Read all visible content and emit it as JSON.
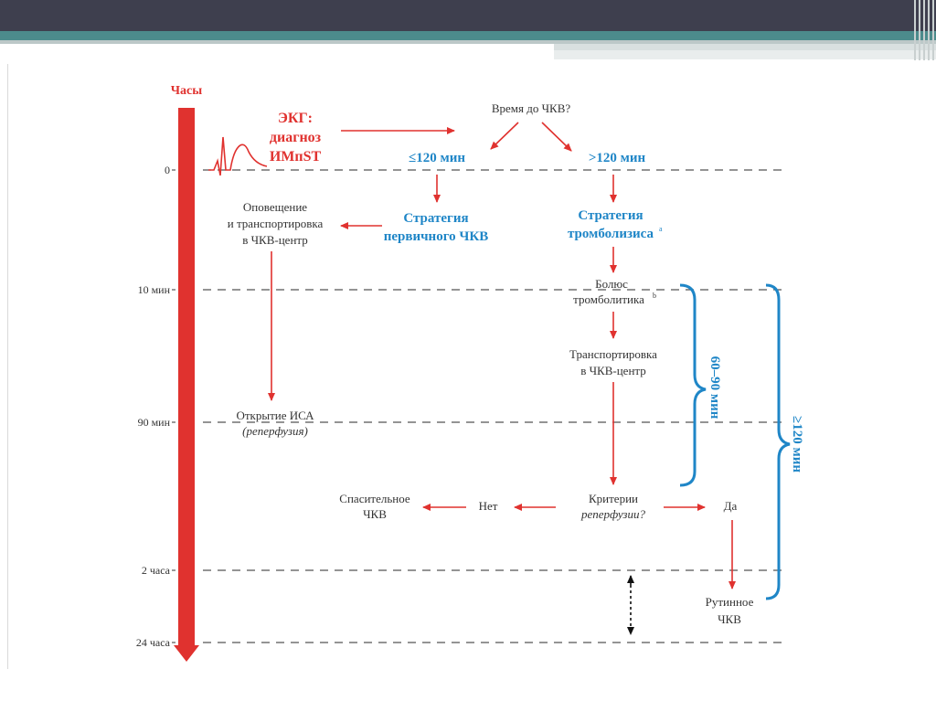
{
  "time_axis": {
    "title": "Часы",
    "ticks": [
      "0",
      "10 мин",
      "90 мин",
      "2 часа",
      "24 часа"
    ]
  },
  "ecg": {
    "lines": [
      "ЭКГ:",
      "диагноз",
      "ИМпST"
    ]
  },
  "question": "Время до ЧКВ?",
  "branches": {
    "left": "≤120 мин",
    "right": ">120 мин"
  },
  "strategy_pci": [
    "Стратегия",
    "первичного ЧКВ"
  ],
  "strategy_lysis": [
    "Стратегия",
    "тромболизиса"
  ],
  "strategy_lysis_mark": "a",
  "notify": [
    "Оповещение",
    "и транспортировка",
    "в ЧКВ-центр"
  ],
  "bolus": [
    "Болюс",
    "тромболитика"
  ],
  "bolus_mark": "b",
  "transport": [
    "Транспортировка",
    "в ЧКВ-центр"
  ],
  "ira": [
    "Открытие ИСА",
    "(реперфузия)"
  ],
  "criteria": [
    "Критерии",
    "реперфузии?"
  ],
  "no": "Нет",
  "yes": "Да",
  "rescue": [
    "Спасительное",
    "ЧКВ"
  ],
  "routine": [
    "Рутинное",
    "ЧКВ"
  ],
  "brace_inner": "60–90 мин",
  "brace_outer": "≥120 мин",
  "colors": {
    "red": "#e0322f",
    "blue": "#1f86c7",
    "text": "#333333",
    "dash": "#555555"
  }
}
